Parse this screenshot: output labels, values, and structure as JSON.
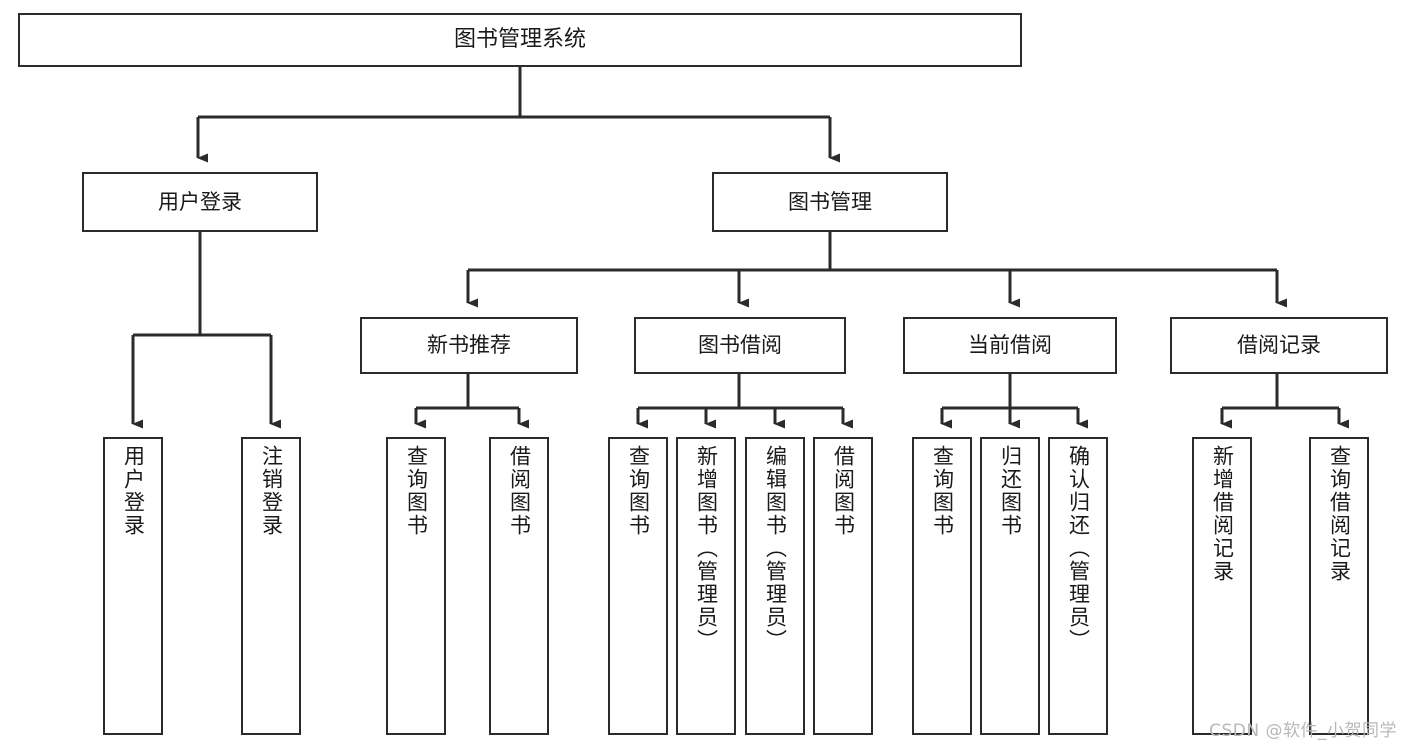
{
  "diagram": {
    "type": "tree-hierarchy",
    "title": "图书管理系统",
    "watermark": "CSDN @软件_小贺同学",
    "colors": {
      "box_border": "#2b2b2b",
      "box_fill": "#ffffff",
      "edge": "#2b2b2b",
      "text": "#1a1a1a",
      "watermark": "#b8b8b8",
      "background": "#ffffff"
    },
    "levels": [
      {
        "level": 1,
        "nodes": [
          {
            "id": "root",
            "label": "图书管理系统"
          }
        ]
      },
      {
        "level": 2,
        "nodes": [
          {
            "id": "user-login",
            "label": "用户登录"
          },
          {
            "id": "book-management",
            "label": "图书管理"
          }
        ]
      },
      {
        "level": 3,
        "nodes": [
          {
            "id": "new-book-recommend",
            "label": "新书推荐"
          },
          {
            "id": "book-borrow",
            "label": "图书借阅"
          },
          {
            "id": "current-borrow",
            "label": "当前借阅"
          },
          {
            "id": "borrow-record",
            "label": "借阅记录"
          }
        ]
      },
      {
        "level": 4,
        "nodes": [
          {
            "id": "leaf-user-login",
            "label": "用户登录",
            "parent": "user-login"
          },
          {
            "id": "leaf-user-logout",
            "label": "注销登录",
            "parent": "user-login"
          },
          {
            "id": "leaf-query-book-1",
            "label": "查询图书",
            "parent": "new-book-recommend"
          },
          {
            "id": "leaf-borrow-book-1",
            "label": "借阅图书",
            "parent": "new-book-recommend"
          },
          {
            "id": "leaf-query-book-2",
            "label": "查询图书",
            "parent": "book-borrow"
          },
          {
            "id": "leaf-add-book",
            "label": "新增图书（管理员）",
            "parent": "book-borrow"
          },
          {
            "id": "leaf-edit-book",
            "label": "编辑图书（管理员）",
            "parent": "book-borrow"
          },
          {
            "id": "leaf-borrow-book-2",
            "label": "借阅图书",
            "parent": "book-borrow"
          },
          {
            "id": "leaf-query-book-3",
            "label": "查询图书",
            "parent": "current-borrow"
          },
          {
            "id": "leaf-return-book",
            "label": "归还图书",
            "parent": "current-borrow"
          },
          {
            "id": "leaf-confirm-return",
            "label": "确认归还（管理员）",
            "parent": "current-borrow"
          },
          {
            "id": "leaf-add-record",
            "label": "新增借阅记录",
            "parent": "borrow-record"
          },
          {
            "id": "leaf-query-record",
            "label": "查询借阅记录",
            "parent": "borrow-record"
          }
        ]
      }
    ]
  }
}
